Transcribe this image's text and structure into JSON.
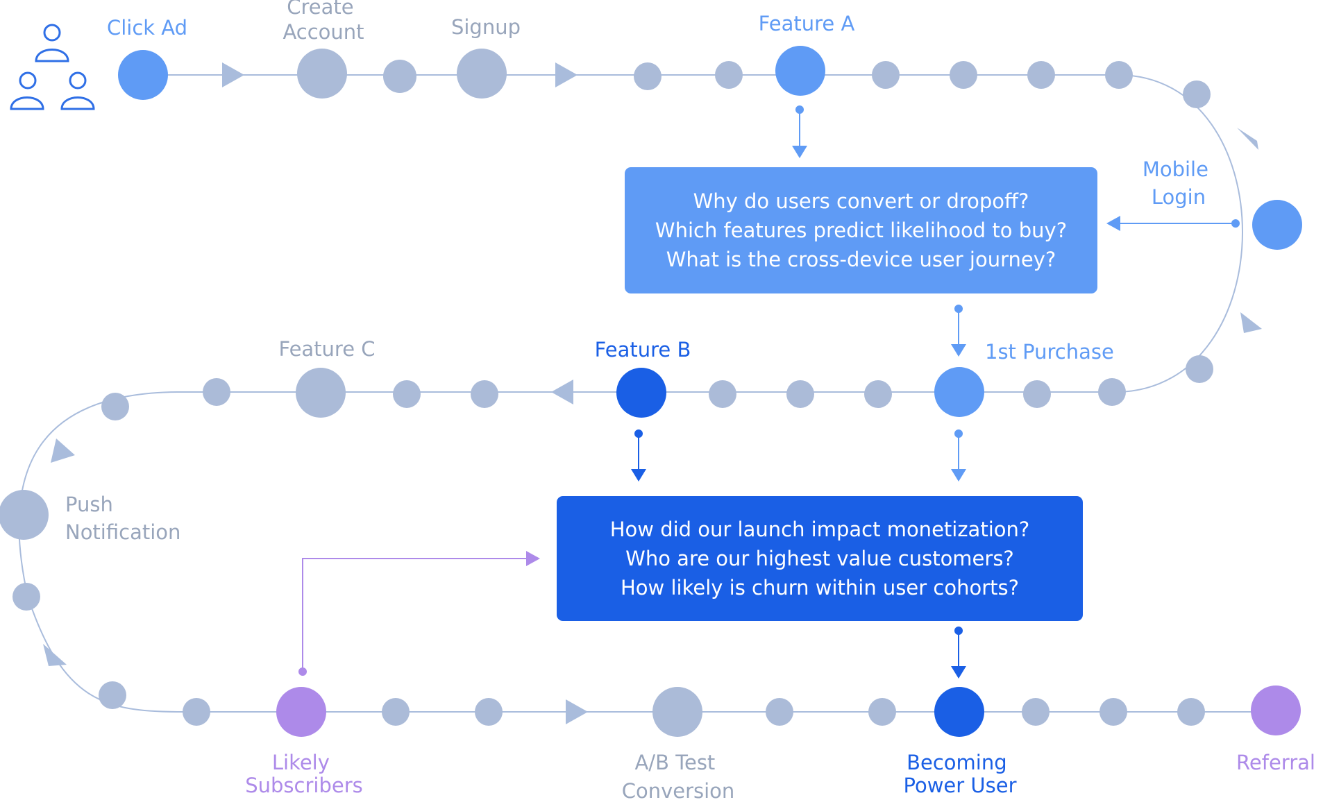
{
  "colors": {
    "track": "#a9bcdc",
    "gray_node": "#abbbd8",
    "gray_label": "#98a5bb",
    "light_blue": "#5f9bf5",
    "dark_blue": "#1a5fe5",
    "purple": "#ad8ae9",
    "icon": "#2f6fe6"
  },
  "icons": {
    "users": "users-group-icon"
  },
  "stages": {
    "click_ad": "Click Ad",
    "create_account": [
      "Create",
      "Account"
    ],
    "signup": "Signup",
    "feature_a": "Feature A",
    "mobile_login": [
      "Mobile",
      "Login"
    ],
    "first_purchase": "1st Purchase",
    "feature_b": "Feature B",
    "feature_c": "Feature C",
    "push_notification": [
      "Push",
      "Notification"
    ],
    "likely_subscribers": [
      "Likely",
      "Subscribers"
    ],
    "ab_test_conversion": [
      "A/B Test",
      "Conversion"
    ],
    "becoming_power_user": [
      "Becoming",
      "Power User"
    ],
    "referral": "Referral"
  },
  "questions_top": [
    "Why do users convert or dropoff?",
    "Which features predict likelihood to buy?",
    "What is the cross-device user journey?"
  ],
  "questions_bottom": [
    "How did our launch impact monetization?",
    "Who are our highest value customers?",
    "How likely is churn within user cohorts?"
  ]
}
